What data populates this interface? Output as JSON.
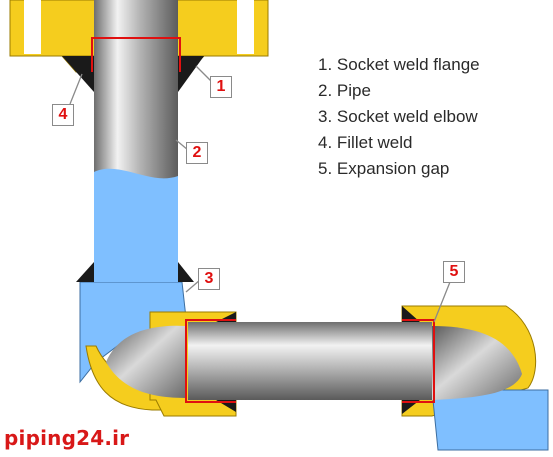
{
  "legend": [
    "1. Socket weld flange",
    "2. Pipe",
    "3. Socket weld elbow",
    "4. Fillet weld",
    "5. Expansion gap"
  ],
  "callouts": {
    "flange": "1",
    "pipe": "2",
    "elbow": "3",
    "fillet_weld": "4",
    "expansion_gap": "5"
  },
  "watermark": "piping24.ir",
  "colors": {
    "flange": "#f5cd1e",
    "elbow_cutaway": "#f5cd1e",
    "elbow_outer": "#7fbfff",
    "pipe_steel": "#a9a9a9",
    "weld": "#1a1a1a",
    "gap_line": "#e01010",
    "callout_text": "#e01010",
    "watermark": "#d81818"
  }
}
